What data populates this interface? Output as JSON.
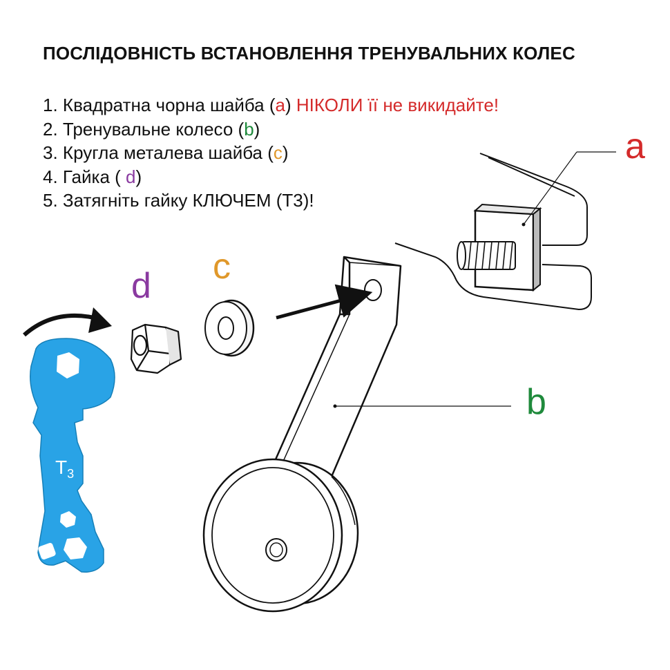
{
  "title": "ПОСЛІДОВНІСТЬ ВСТАНОВЛЕННЯ ТРЕНУВАЛЬНИХ КОЛЕС",
  "steps": [
    {
      "num": "1.",
      "text": "Квадратна чорна шайба (",
      "letter": "a",
      "close": ")",
      "warning": "НІКОЛИ її не викидайте!"
    },
    {
      "num": "2.",
      "text": "Тренувальне колесо (",
      "letter": "b",
      "close": ")"
    },
    {
      "num": "3.",
      "text": "Кругла металева шайба (",
      "letter": "c",
      "close": ")"
    },
    {
      "num": "4.",
      "text": "Гайка ( ",
      "letter": "d",
      "close": ")"
    },
    {
      "num": "5.",
      "text": "Затягніть гайку КЛЮЧЕМ (T3)!"
    }
  ],
  "labels": {
    "a": "a",
    "b": "b",
    "c": "c",
    "d": "d"
  },
  "wrench": {
    "label": "T",
    "subscript": "3"
  },
  "colors": {
    "a": "#d42a2a",
    "b": "#1f8a3c",
    "c": "#e0982a",
    "d": "#8a3aa0",
    "wrench": "#29a3e6",
    "warning": "#d42a2a"
  },
  "icons": [
    "rotate-arrow-icon",
    "insert-arrow-icon",
    "wrench-icon",
    "nut-icon",
    "washer-icon",
    "square-washer-icon",
    "training-wheel-icon"
  ]
}
